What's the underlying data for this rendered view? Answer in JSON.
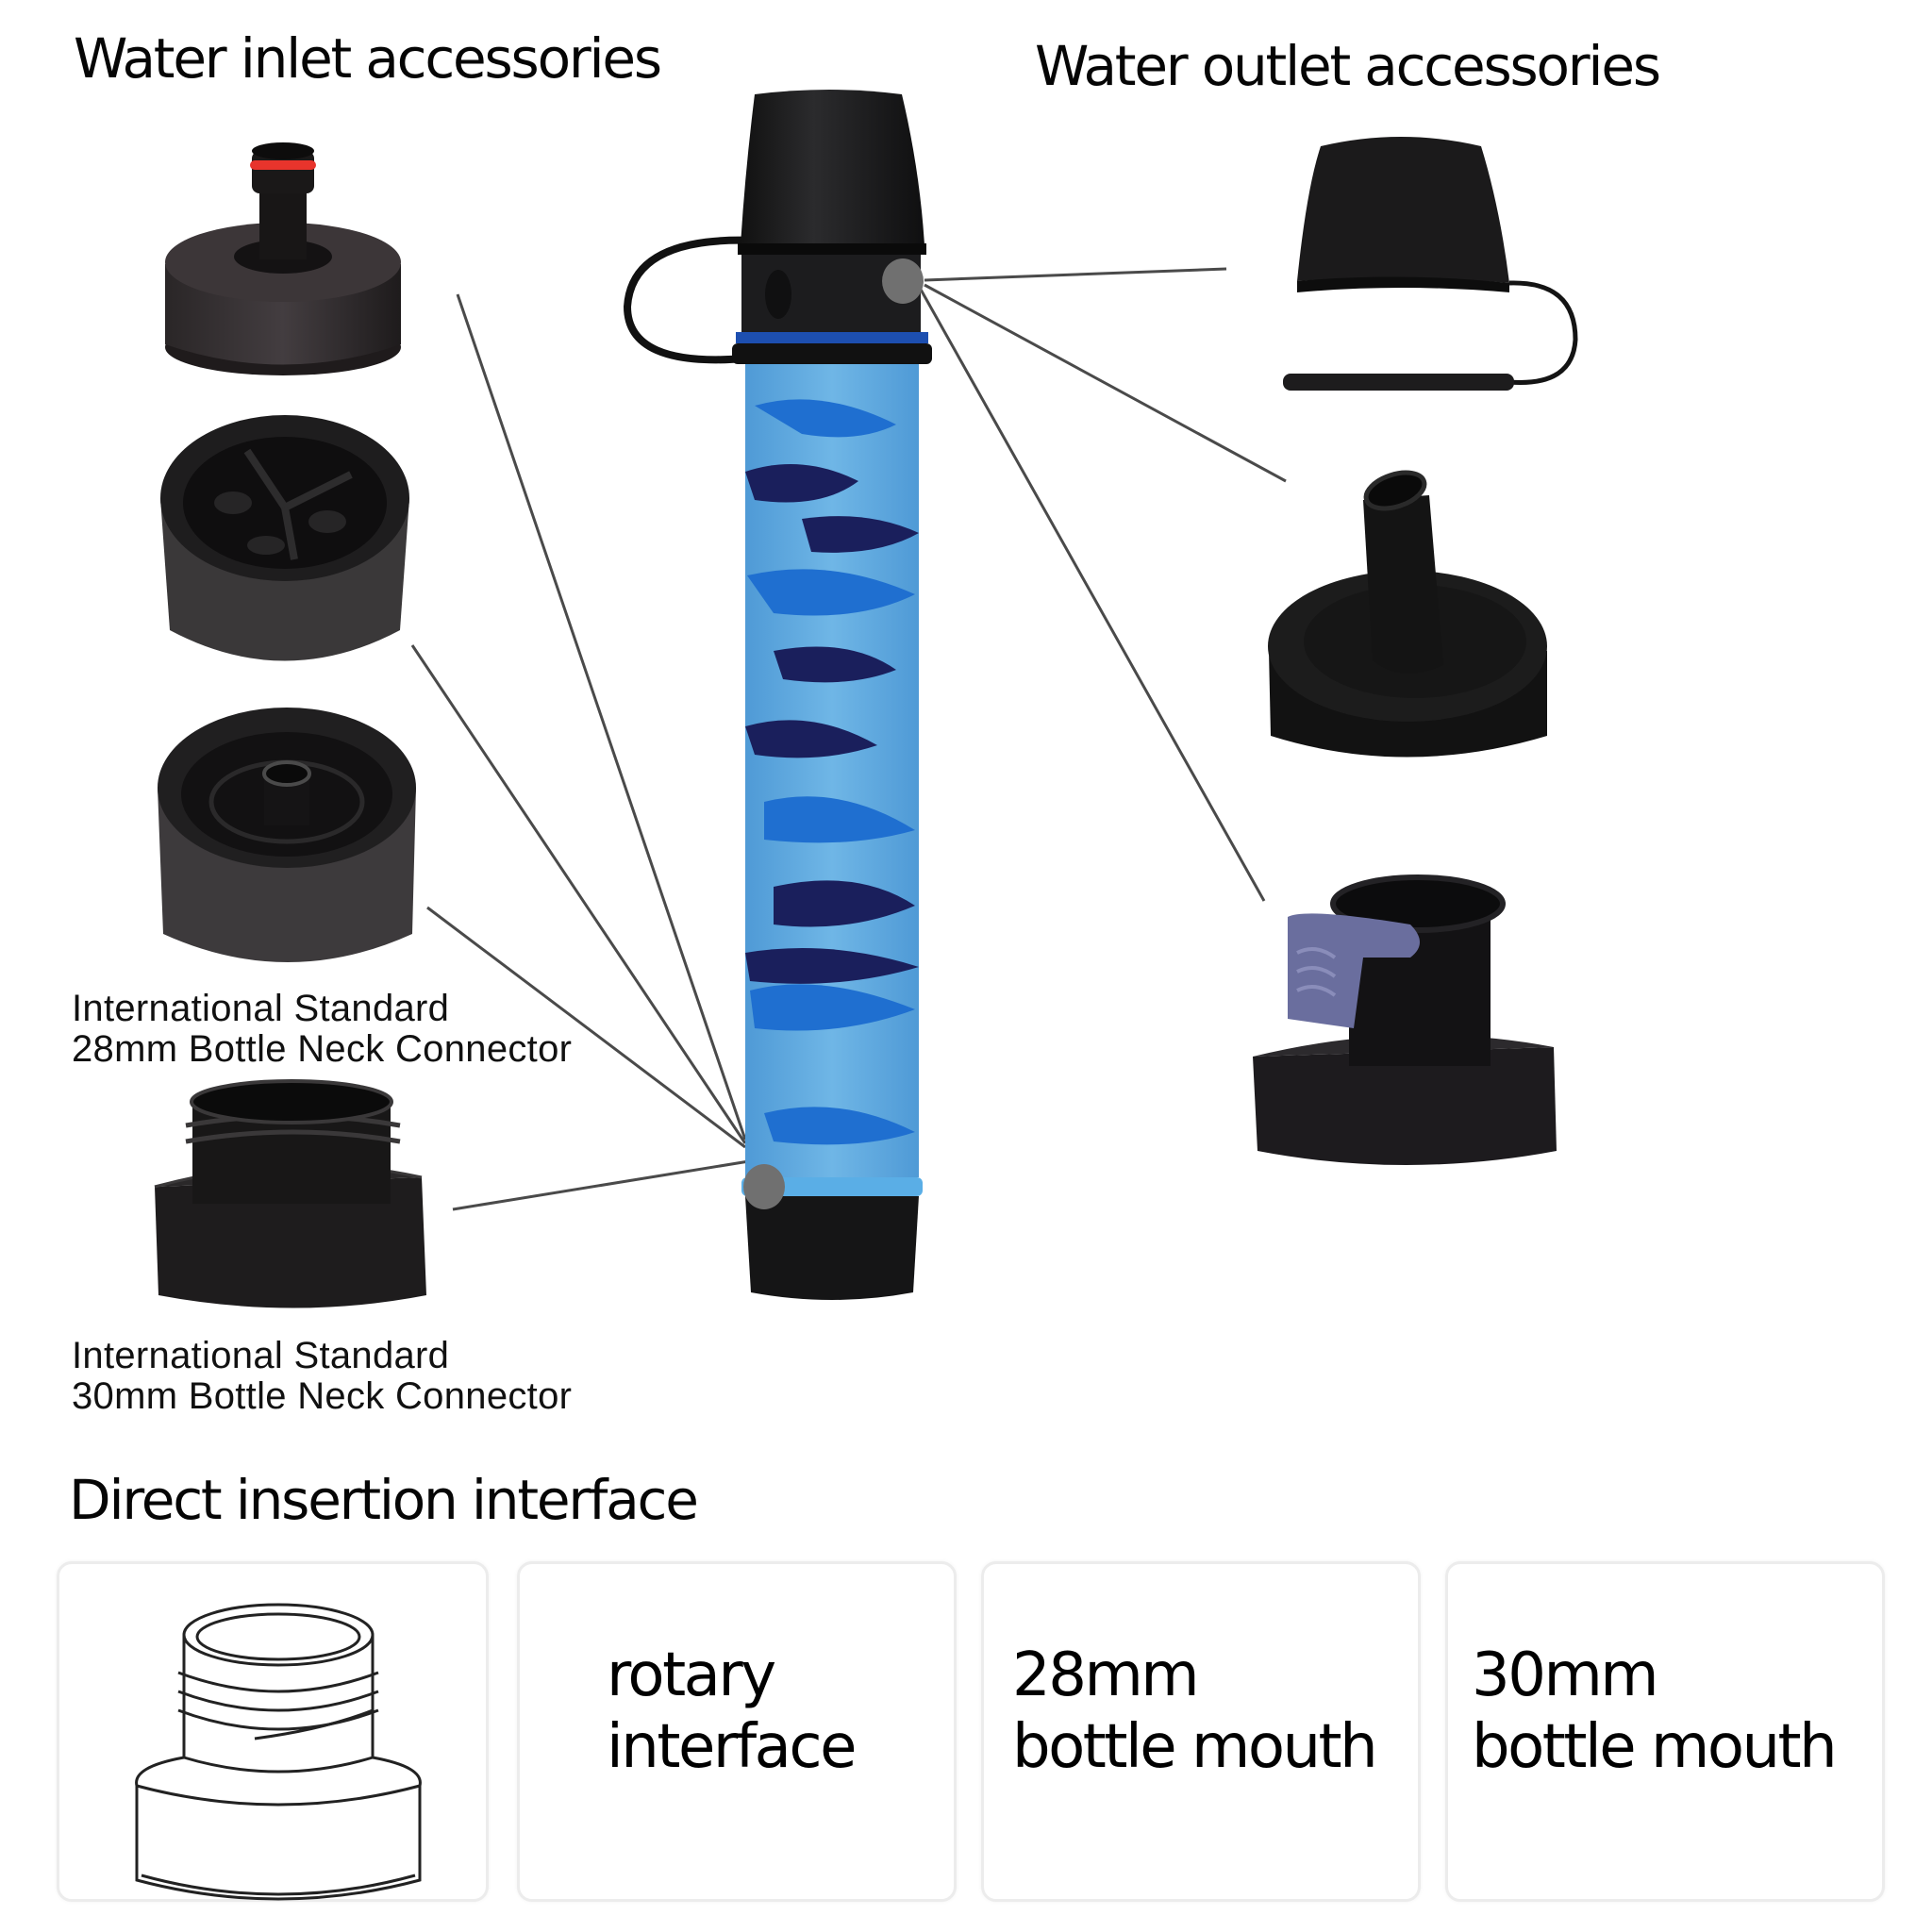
{
  "headings": {
    "inlet": "Water inlet accessories",
    "outlet": "Water outlet accessories",
    "direct": "Direct insertion interface"
  },
  "captions": {
    "conn28": {
      "line1": "International Standard",
      "line2": "28mm Bottle Neck Connector"
    },
    "conn30": {
      "line1": "International Standard",
      "line2": "30mm Bottle Neck Connector"
    }
  },
  "inlet_accessories": [
    {
      "name": "quick-connect-hose-adapter",
      "icon": "hose-adapter-icon",
      "accent": "#e8342c"
    },
    {
      "name": "filter-screen-cap",
      "icon": "filter-cap-icon"
    },
    {
      "name": "28mm-bottle-neck-connector",
      "icon": "cap-connector-icon"
    },
    {
      "name": "30mm-bottle-neck-connector",
      "icon": "threaded-connector-icon"
    }
  ],
  "outlet_accessories": [
    {
      "name": "dust-cap-with-lanyard",
      "icon": "dust-cap-icon"
    },
    {
      "name": "mouthpiece-spout-cap",
      "icon": "spout-cap-icon"
    },
    {
      "name": "flip-valve-cap",
      "icon": "flip-valve-icon",
      "accent": "#6a6e9e"
    }
  ],
  "product": {
    "name": "camo water filter straw",
    "colors": {
      "light": "#5fa8dc",
      "mid": "#1f6fd0",
      "dark": "#1a1f5c",
      "cap": "#1c1c1e"
    }
  },
  "interface_cards": [
    {
      "type": "illustration",
      "icon": "bottle-neck-outline-icon"
    },
    {
      "line1": "rotary",
      "line2": "interface"
    },
    {
      "line1": "28mm",
      "line2": "bottle mouth"
    },
    {
      "line1": "30mm",
      "line2": "bottle mouth"
    }
  ],
  "colors": {
    "callout_line": "#4a4a4a",
    "callout_dot": "#707070",
    "card_border": "#ececec"
  }
}
